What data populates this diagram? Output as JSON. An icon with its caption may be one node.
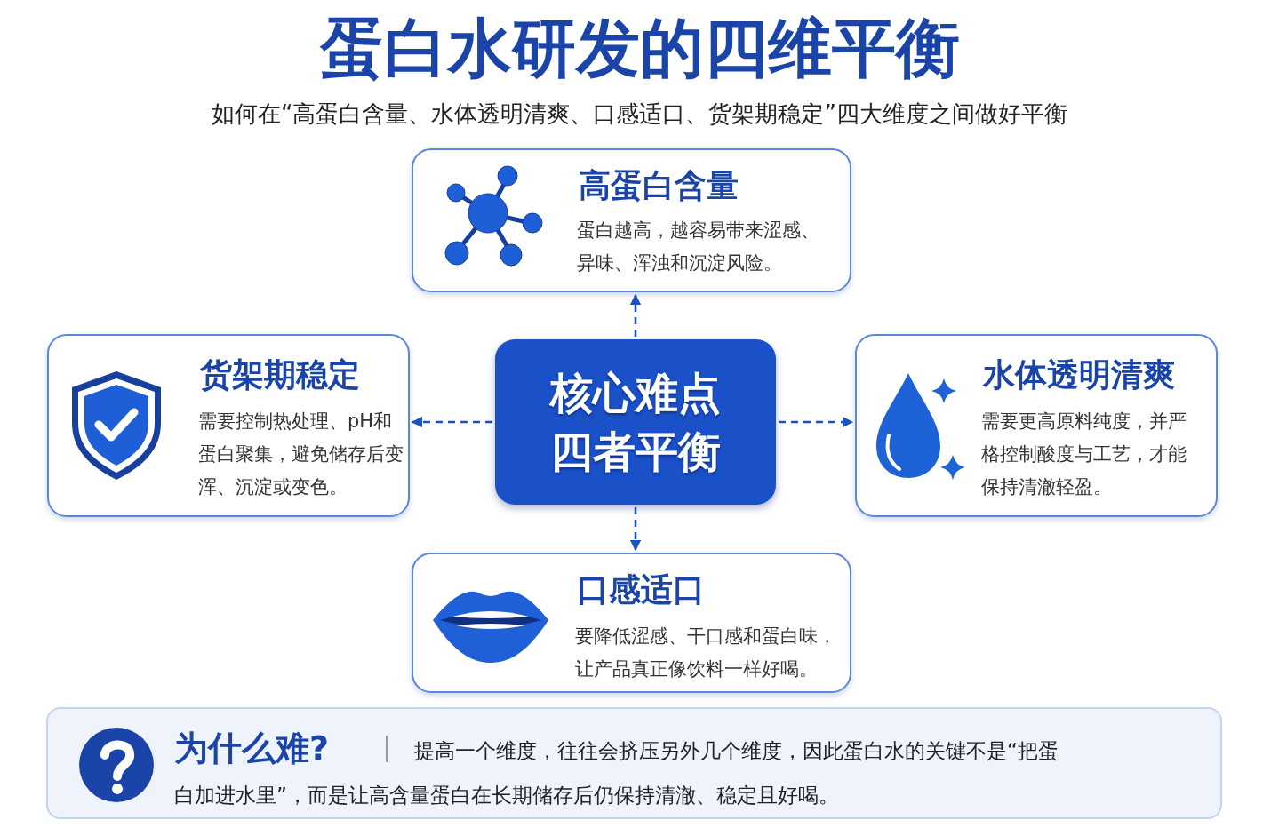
{
  "diagram": {
    "title": "蛋白水研发的四维平衡",
    "labels": [
      "如何在“高蛋白含量、水体透明清爽、口感适口、货架期稳定”四大维度之间做好平衡"
    ],
    "nodes": [
      {
        "text": [
          "核心难点四者平衡"
        ]
      },
      {
        "text": [
          "高蛋白含量",
          "蛋白越高，越容易带来涩感、异味、浑浊和沉淀风险。"
        ]
      },
      {
        "text": [
          "货架期稳定",
          "需要控制热处理、pH和蛋白聚集，避免储存后变浑、沉淀或变色。"
        ]
      },
      {
        "text": [
          "水体透明清爽",
          "需要更高原料纯度，并严格控制酸度与工艺，才能保持清澈轻盈。"
        ]
      },
      {
        "text": [
          "口感适口",
          "要降低涩感、干口感和蛋白味，让产品真正像饮料一样好喝。"
        ]
      },
      {
        "text": [
          "为什么难?",
          "提高一个维度，往往会挤压另外几个维度，因此蛋白水的关键不是“把蛋白加进水里”，而是让高含量蛋白在长期储存后仍保持清澈、稳定且好喝。"
        ]
      }
    ],
    "edges": [
      {
        "from": 0,
        "to": 1,
        "arrow": "to",
        "style": "dashed"
      },
      {
        "from": 0,
        "to": 2,
        "arrow": "to",
        "style": "dashed"
      },
      {
        "from": 0,
        "to": 3,
        "arrow": "to",
        "style": "dashed"
      },
      {
        "from": 0,
        "to": 4,
        "arrow": "to",
        "style": "dashed"
      }
    ]
  }
}
